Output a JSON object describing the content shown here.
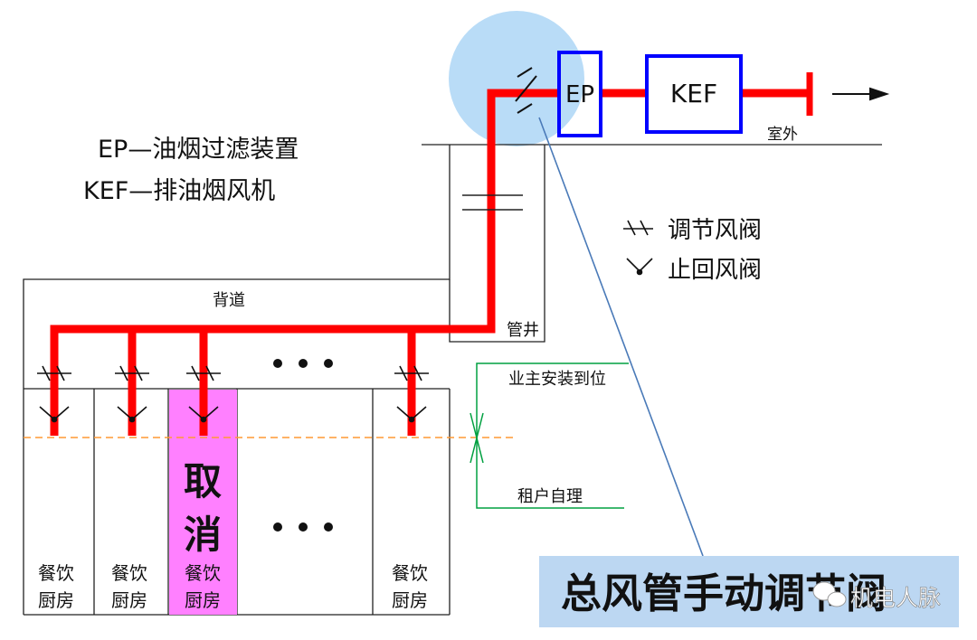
{
  "legend": {
    "ep_definition": "EP—油烟过滤装置",
    "kef_definition": "KEF—排油烟风机",
    "adjust_damper": "调节风阀",
    "check_damper": "止回风阀"
  },
  "equipment": {
    "ep": "EP",
    "kef": "KEF",
    "outdoor": "室外"
  },
  "zones": {
    "back_passage": "背道",
    "shaft": "管井",
    "owner_install": "业主安装到位",
    "tenant_self": "租户自理"
  },
  "rooms": [
    {
      "line1": "餐饮",
      "line2": "厨房",
      "cancelled": false
    },
    {
      "line1": "餐饮",
      "line2": "厨房",
      "cancelled": false
    },
    {
      "line1": "餐饮",
      "line2": "厨房",
      "cancelled": true
    },
    {
      "line1": "餐饮",
      "line2": "厨房",
      "cancelled": false
    }
  ],
  "cancel_mark": {
    "char1": "取",
    "char2": "消"
  },
  "callout": "总风管手动调节阀",
  "watermark": "机电人脉",
  "colors": {
    "duct": "#ff0000",
    "equipment_border": "#0000ff",
    "highlight_circle": "#b9dcf7",
    "cancelled_room": "#ff80ff",
    "callout_bg": "#bcd7f2",
    "callout_line": "#4a7ab8",
    "boundary_line": "#ff9933",
    "bracket_line": "#00a040"
  }
}
